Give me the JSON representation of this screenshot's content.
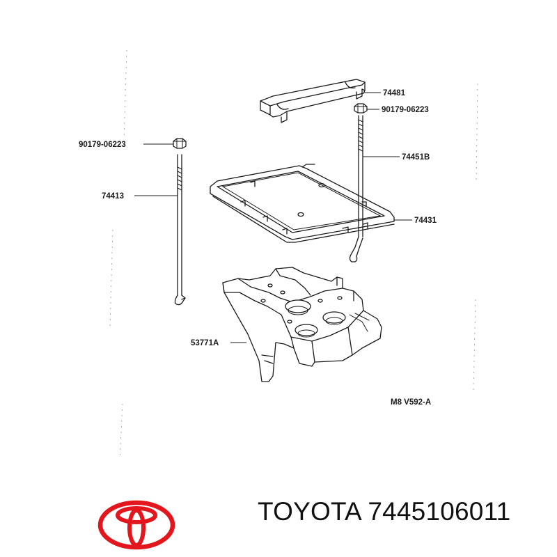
{
  "diagram": {
    "part_labels": {
      "hold_down_clamp": "74481",
      "nut_right": "90179-06223",
      "nut_left": "90179-06223",
      "rod_right": "74451B",
      "rod_left": "74413",
      "tray_frame": "74431",
      "carrier": "53771A"
    },
    "reference_code": "M8 V592-A"
  },
  "caption": {
    "brand": "TOYOTA",
    "part_number": "7445106011",
    "text": "TOYOTA 7445106011"
  },
  "colors": {
    "logo_red": "#e3161d",
    "ink": "#1a1a1a",
    "background": "#ffffff"
  }
}
